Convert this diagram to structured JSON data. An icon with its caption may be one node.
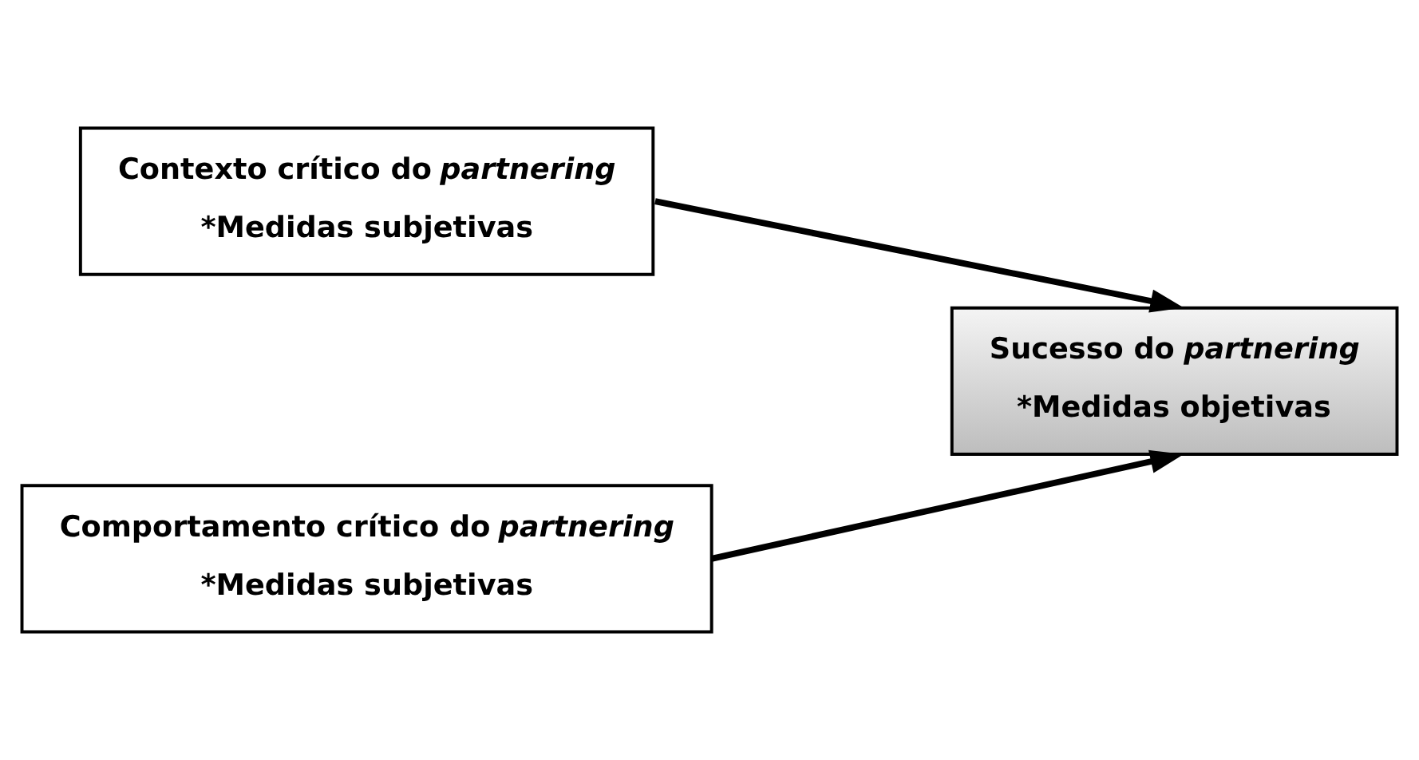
{
  "diagram": {
    "nodes": [
      {
        "text": [
          "Contexto crítico do *partnering*",
          "*Medidas subjetivas"
        ]
      },
      {
        "text": [
          "Sucesso do *partnering*",
          "*Medidas objetivas"
        ]
      },
      {
        "text": [
          "Comportamento crítico do *partnering*",
          "*Medidas subjetivas"
        ]
      }
    ],
    "edges": [
      {
        "from": 0,
        "to": 1,
        "arrow": "to"
      },
      {
        "from": 2,
        "to": 1,
        "arrow": "to"
      }
    ]
  }
}
